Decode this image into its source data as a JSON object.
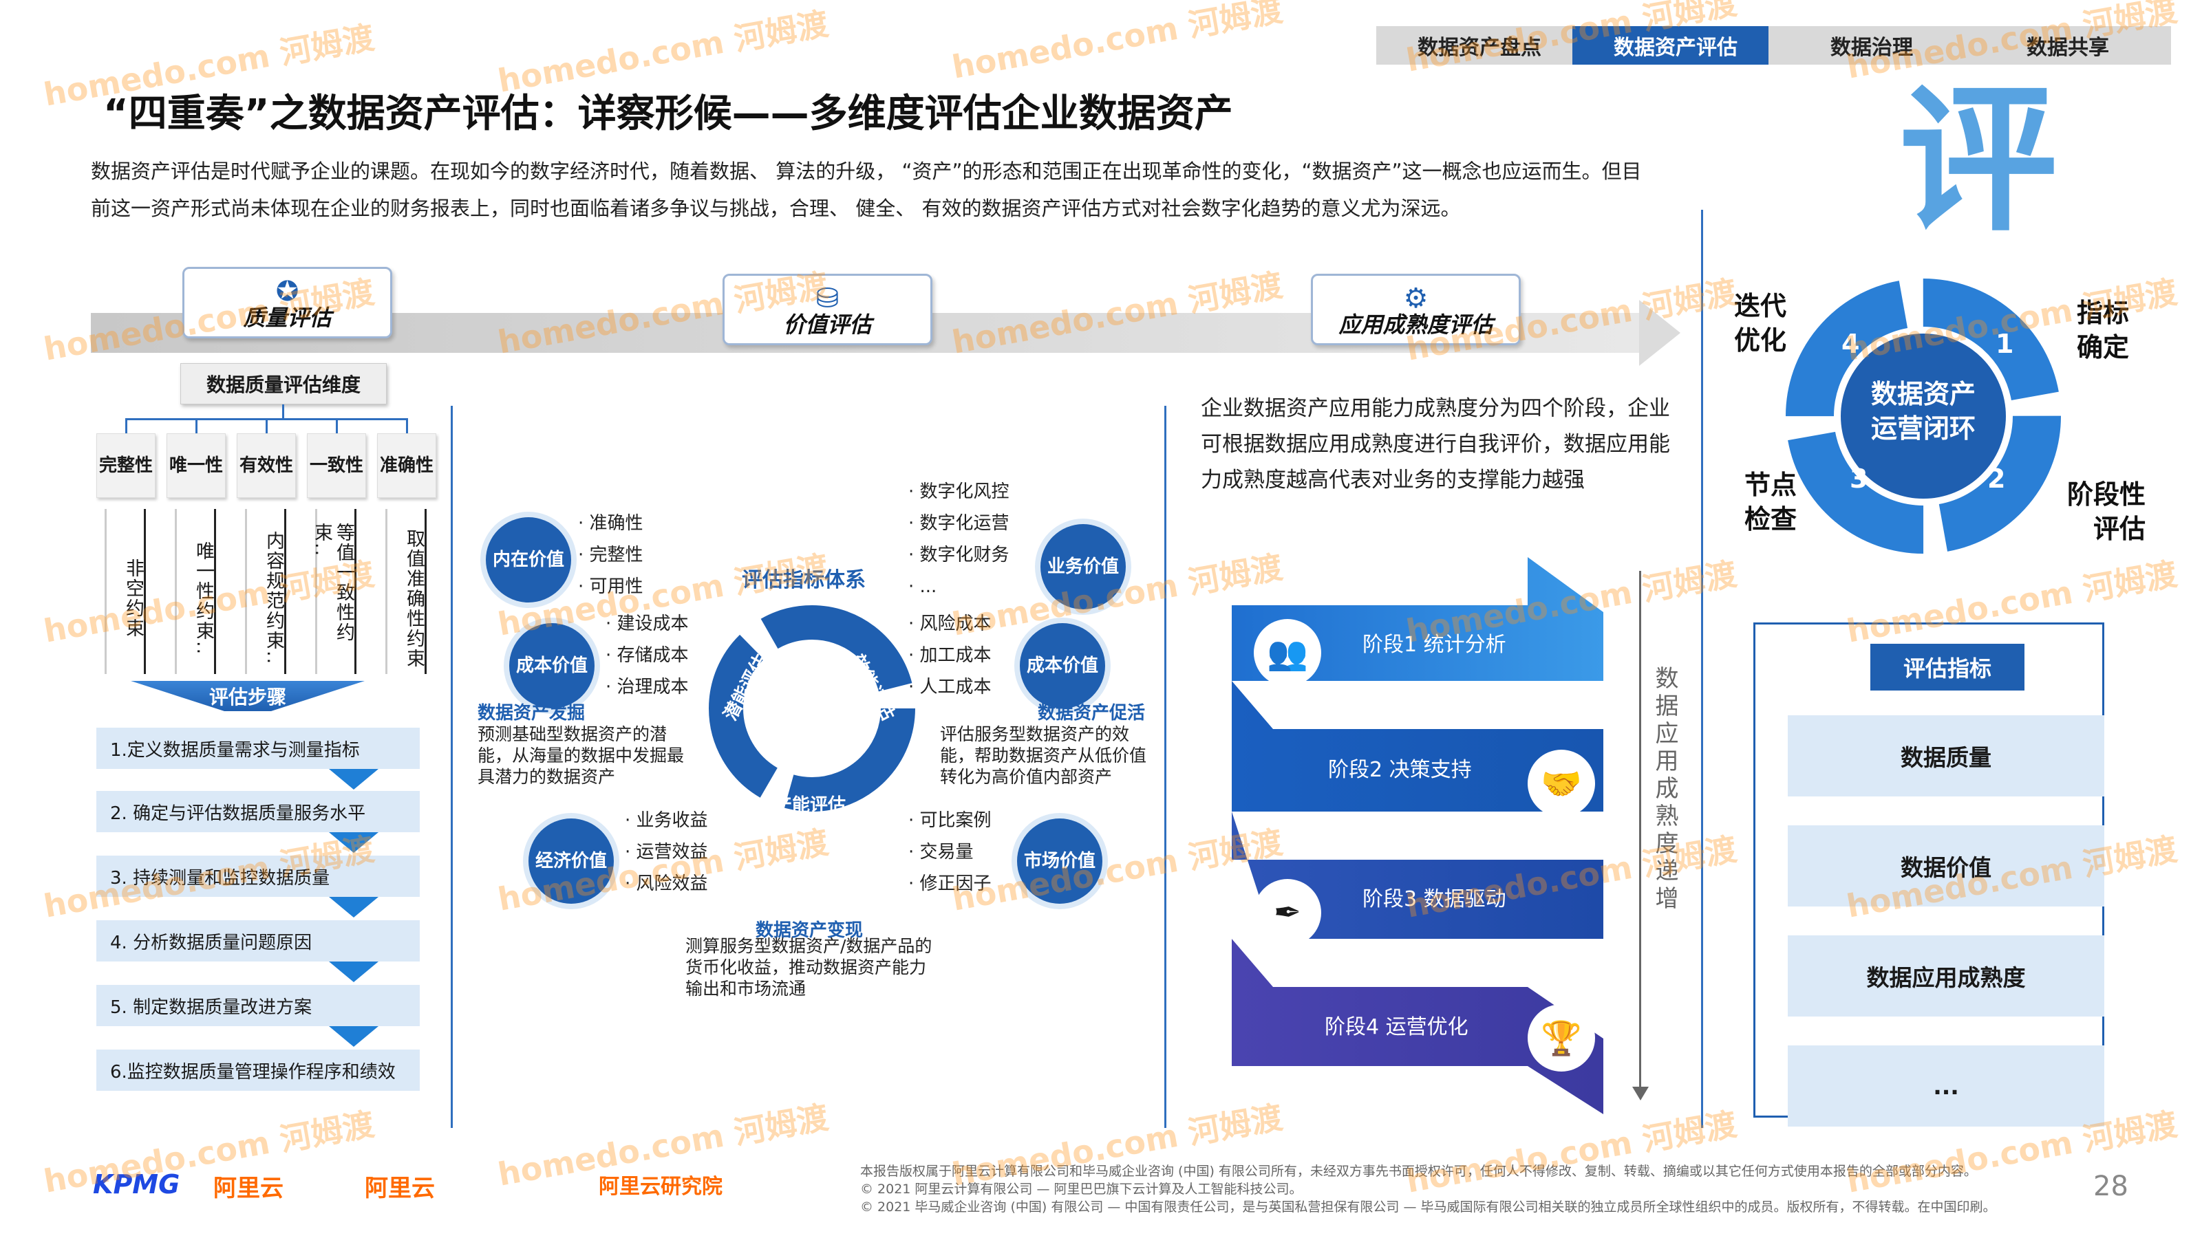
{
  "nav": {
    "tabs": [
      "数据资产盘点",
      "数据资产评估",
      "数据治理",
      "数据共享"
    ],
    "active_index": 1
  },
  "title": "“四重奏”之数据资产评估：详察形候——多维度评估企业数据资产",
  "intro": "数据资产评估是时代赋予企业的课题。在现如今的数字经济时代，随着数据、 算法的升级， “资产”的形态和范围正在出现革命性的变化，“数据资产”这一概念也应运而生。但目前这一资产形式尚未体现在企业的财务报表上，同时也面临着诸多争议与挑战，合理、 健全、 有效的数据资产评估方式对社会数字化趋势的意义尤为深远。",
  "big_char": "评",
  "sections": {
    "quality": "质量评估",
    "value": "价值评估",
    "maturity": "应用成熟度评估"
  },
  "quality": {
    "dim_title": "数据质量评估维度",
    "dims": [
      {
        "name": "完整性",
        "desc": "非空约束"
      },
      {
        "name": "唯一性",
        "desc": "唯一性约束.."
      },
      {
        "name": "有效性",
        "desc": "内容规范约束.."
      },
      {
        "name": "一致性",
        "desc": "等值一致性约束.."
      },
      {
        "name": "准确性",
        "desc": "取值准确性约束"
      }
    ],
    "steps_title": "评估步骤",
    "steps": [
      "1.定义数据质量需求与测量指标",
      "2. 确定与评估数据质量服务水平",
      "3. 持续测量和监控数据质量",
      "4. 分析数据质量问题原因",
      "5. 制定数据质量改进方案",
      "6.监控数据质量管理操作程序和绩效"
    ]
  },
  "value": {
    "center_title": "评估指标体系",
    "ring": [
      "潜能评估",
      "效能评估",
      "产能评估"
    ],
    "circles": {
      "inner": "内在价值",
      "cost_left": "成本价值",
      "business": "业务价值",
      "cost_right": "成本价值",
      "economic": "经济价值",
      "market": "市场价值"
    },
    "inner_items": [
      "准确性",
      "完整性",
      "可用性"
    ],
    "cost_left_items": [
      "建设成本",
      "存储成本",
      "治理成本"
    ],
    "business_items": [
      "数字化风控",
      "数字化运营",
      "数字化财务",
      "..."
    ],
    "cost_right_items": [
      "风险成本",
      "加工成本",
      "人工成本"
    ],
    "economic_items": [
      "业务收益",
      "运营效益",
      "风险效益"
    ],
    "market_items": [
      "可比案例",
      "交易量",
      "修正因子"
    ],
    "discover_title": "数据资产发掘",
    "discover_desc": "预测基础型数据资产的潜能，从海量的数据中发掘最具潜力的数据资产",
    "promote_title": "数据资产促活",
    "promote_desc": "评估服务型数据资产的效能，帮助数据资产从低价值转化为高价值内部资产",
    "monetize_title": "数据资产变现",
    "monetize_desc": "测算服务型数据资产/数据产品的货币化收益，推动数据资产能力输出和市场流通"
  },
  "maturity": {
    "text": "企业数据资产应用能力成熟度分为四个阶段，企业可根据数据应用成熟度进行自我评价，数据应用能力成熟度越高代表对业务的支撑能力越强",
    "stages": [
      "阶段1 统计分析",
      "阶段2 决策支持",
      "阶段3 数据驱动",
      "阶段4 运营优化"
    ],
    "vertical": "数据应用成熟度递增"
  },
  "cycle": {
    "center": "数据资产运营闭环",
    "labels": [
      "指标确定",
      "阶段性评估",
      "节点检查",
      "迭代优化"
    ],
    "numbers": [
      "1",
      "2",
      "3",
      "4"
    ]
  },
  "indicators": {
    "title": "评估指标",
    "items": [
      "数据质量",
      "数据价值",
      "数据应用成熟度",
      "..."
    ]
  },
  "footer": {
    "lines": [
      "本报告版权属于阿里云计算有限公司和毕马威企业咨询 (中国) 有限公司所有，未经双方事先书面授权许可，任何人不得修改、复制、转载、摘编或以其它任何方式使用本报告的全部或部分内容。",
      "© 2021 阿里云计算有限公司 — 阿里巴巴旗下云计算及人工智能科技公司。",
      "© 2021 毕马威企业咨询 (中国) 有限公司 — 中国有限责任公司，是与英国私营担保有限公司 — 毕马威国际有限公司相关联的独立成员所全球性组织中的成员。版权所有，不得转载。在中国印刷。"
    ],
    "page": "28",
    "logos": [
      "KPMG",
      "阿里云",
      "阿里云",
      "阿里云研究院"
    ]
  },
  "colors": {
    "primary": "#1f5fb0",
    "light": "#dbe9f7",
    "accent": "#3b93dc"
  },
  "watermark": "homedo.com 河姆渡"
}
